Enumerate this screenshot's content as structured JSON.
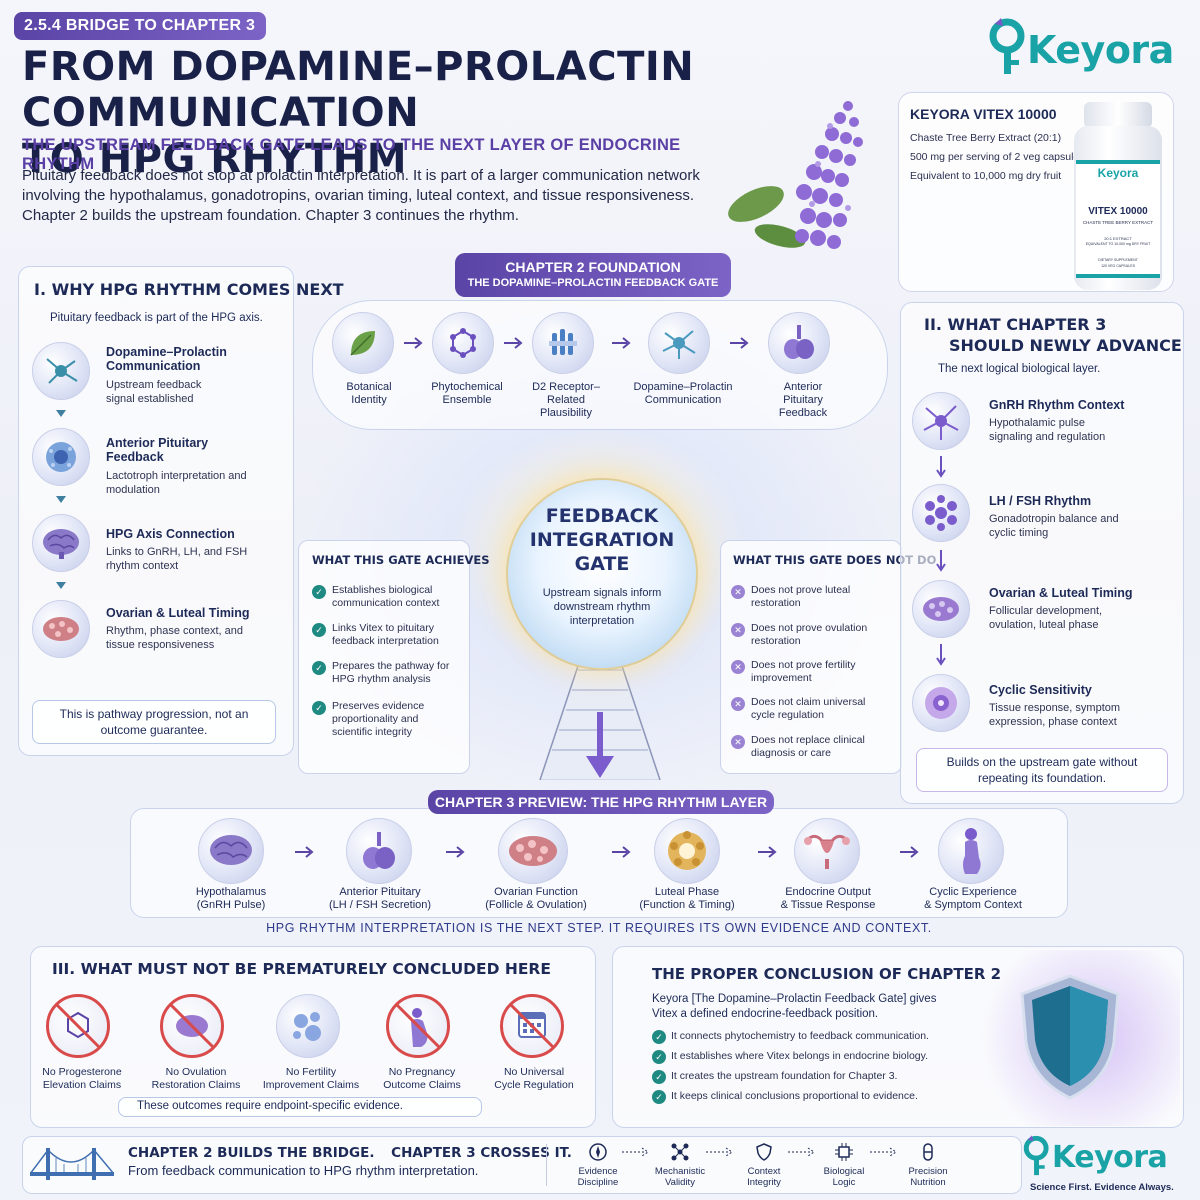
{
  "header": {
    "section_tag": "2.5.4 BRIDGE TO CHAPTER 3",
    "title_line1": "FROM DOPAMINE–PROLACTIN COMMUNICATION",
    "title_line2": "TO HPG RHYTHM",
    "subtitle": "THE UPSTREAM FEEDBACK GATE LEADS TO THE NEXT LAYER OF ENDOCRINE RHYTHM",
    "intro": "Pituitary feedback does not stop at prolactin interpretation. It is part of a larger communication network involving the hypothalamus, gonadotropins, ovarian timing, luteal context, and tissue responsiveness. Chapter 2 builds the upstream foundation. Chapter 3 continues the rhythm."
  },
  "logo": {
    "text": "Keyora",
    "tagline": "Science First. Evidence Always.",
    "brand_color": "#19a3a6"
  },
  "product": {
    "title": "KEYORA VITEX 10000",
    "line1": "Chaste Tree Berry Extract (20:1)",
    "line2": "500 mg per serving of 2 veg capsules",
    "line3": "Equivalent to 10,000 mg dry fruit",
    "bottle_brand": "Keyora",
    "bottle_name": "VITEX 10000",
    "bottle_sub": "CHASTE TREE BERRY EXTRACT",
    "bottle_small1": "20:1 EXTRACT",
    "bottle_small2": "EQUIVALENT TO 10,000 mg DRY FRUIT",
    "bottle_small3": "DIETARY SUPPLEMENT",
    "bottle_small4": "120 VEG CAPSULES"
  },
  "left_panel": {
    "heading": "I.  WHY HPG RHYTHM COMES NEXT",
    "lead": "Pituitary feedback is part of the HPG axis.",
    "steps": [
      {
        "title": "Dopamine–Prolactin Communication",
        "desc": "Upstream feedback signal established",
        "icon": "neuron-icon"
      },
      {
        "title": "Anterior Pituitary Feedback",
        "desc": "Lactotroph interpretation and modulation",
        "icon": "pituitary-cell-icon"
      },
      {
        "title": "HPG Axis Connection",
        "desc": "Links to GnRH, LH, and FSH rhythm context",
        "icon": "brain-icon"
      },
      {
        "title": "Ovarian & Luteal Timing",
        "desc": "Rhythm, phase context, and tissue responsiveness",
        "icon": "ovary-icon"
      }
    ],
    "callout": "This is pathway progression, not an outcome guarantee."
  },
  "chapter2": {
    "chip_title": "CHAPTER 2 FOUNDATION",
    "chip_sub": "THE DOPAMINE–PROLACTIN FEEDBACK GATE",
    "steps": [
      {
        "label": "Botanical Identity",
        "icon": "leaf-icon"
      },
      {
        "label": "Phytochemical Ensemble",
        "icon": "molecule-icon"
      },
      {
        "label": "D2 Receptor–Related Plausibility",
        "icon": "receptor-icon"
      },
      {
        "label": "Dopamine–Prolactin Communication",
        "icon": "neuron-icon"
      },
      {
        "label": "Anterior Pituitary Feedback",
        "icon": "pituitary-icon"
      }
    ]
  },
  "gate": {
    "title_line1": "FEEDBACK",
    "title_line2": "INTEGRATION",
    "title_line3": "GATE",
    "desc": "Upstream signals inform downstream rhythm interpretation"
  },
  "achieves": {
    "heading": "WHAT THIS GATE ACHIEVES",
    "items": [
      "Establishes biological communication context",
      "Links Vitex to pituitary feedback interpretation",
      "Prepares the pathway for HPG rhythm analysis",
      "Preserves evidence proportionality and scientific integrity"
    ]
  },
  "not_do": {
    "heading": "WHAT THIS GATE DOES NOT DO",
    "items": [
      "Does not prove luteal restoration",
      "Does not prove ovulation restoration",
      "Does not prove fertility improvement",
      "Does not claim universal cycle regulation",
      "Does not replace clinical diagnosis or care"
    ]
  },
  "right_panel": {
    "heading_line1": "II.  WHAT CHAPTER 3",
    "heading_line2": "SHOULD NEWLY ADVANCE",
    "lead": "The next logical biological layer.",
    "steps": [
      {
        "title": "GnRH Rhythm Context",
        "desc": "Hypothalamic pulse signaling and regulation",
        "icon": "gnrh-neuron-icon"
      },
      {
        "title": "LH / FSH Rhythm",
        "desc": "Gonadotropin balance and cyclic timing",
        "icon": "hormone-cluster-icon"
      },
      {
        "title": "Ovarian & Luteal Timing",
        "desc": "Follicular development, ovulation, luteal phase",
        "icon": "ovary-icon"
      },
      {
        "title": "Cyclic Sensitivity",
        "desc": "Tissue response, symptom expression, phase context",
        "icon": "cell-icon"
      }
    ],
    "callout": "Builds on the upstream gate without repeating its foundation."
  },
  "chapter3": {
    "chip": "CHAPTER 3 PREVIEW: THE HPG RHYTHM LAYER",
    "steps": [
      {
        "label1": "Hypothalamus",
        "label2": "(GnRH Pulse)",
        "icon": "brain-icon"
      },
      {
        "label1": "Anterior Pituitary",
        "label2": "(LH / FSH Secretion)",
        "icon": "pituitary-icon"
      },
      {
        "label1": "Ovarian Function",
        "label2": "(Follicle & Ovulation)",
        "icon": "ovary-icon"
      },
      {
        "label1": "Luteal Phase",
        "label2": "(Function & Timing)",
        "icon": "corpus-luteum-icon"
      },
      {
        "label1": "Endocrine Output",
        "label2": "& Tissue Response",
        "icon": "uterus-icon"
      },
      {
        "label1": "Cyclic Experience",
        "label2": "& Symptom Context",
        "icon": "woman-silhouette-icon"
      }
    ],
    "caption": "HPG RHYTHM INTERPRETATION IS THE NEXT STEP. IT REQUIRES ITS OWN EVIDENCE AND CONTEXT."
  },
  "not_concluded": {
    "heading": "III.  WHAT MUST NOT BE PREMATURELY CONCLUDED HERE",
    "items": [
      {
        "label1": "No Progesterone",
        "label2": "Elevation Claims",
        "icon": "molecule-icon"
      },
      {
        "label1": "No Ovulation",
        "label2": "Restoration Claims",
        "icon": "ovary-icon"
      },
      {
        "label1": "No Fertility",
        "label2": "Improvement Claims",
        "icon": "cells-icon"
      },
      {
        "label1": "No Pregnancy",
        "label2": "Outcome Claims",
        "icon": "pregnancy-icon"
      },
      {
        "label1": "No Universal",
        "label2": "Cycle Regulation",
        "icon": "calendar-icon"
      }
    ],
    "callout": "These outcomes require endpoint-specific evidence."
  },
  "conclusion": {
    "heading": "THE PROPER CONCLUSION OF CHAPTER 2",
    "lead": "Keyora [The Dopamine–Prolactin Feedback Gate] gives Vitex a defined endocrine-feedback position.",
    "items": [
      "It connects phytochemistry to feedback communication.",
      "It establishes where Vitex belongs in endocrine biology.",
      "It creates the upstream foundation for Chapter 3.",
      "It keeps clinical conclusions proportional to evidence."
    ]
  },
  "footer": {
    "line1a": "CHAPTER 2 BUILDS THE BRIDGE.",
    "line1b": "CHAPTER 3 CROSSES IT.",
    "line2": "From feedback communication to HPG rhythm interpretation.",
    "icons": [
      {
        "label1": "Evidence",
        "label2": "Discipline",
        "icon": "compass-icon"
      },
      {
        "label1": "Mechanistic",
        "label2": "Validity",
        "icon": "network-icon"
      },
      {
        "label1": "Context",
        "label2": "Integrity",
        "icon": "shield-icon"
      },
      {
        "label1": "Biological",
        "label2": "Logic",
        "icon": "chip-icon"
      },
      {
        "label1": "Precision",
        "label2": "Nutrition",
        "icon": "capsule-icon"
      }
    ]
  }
}
